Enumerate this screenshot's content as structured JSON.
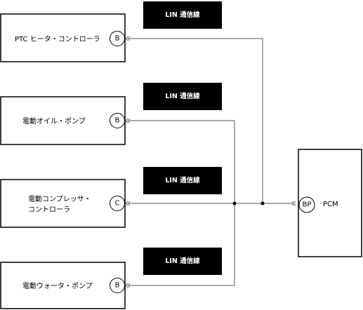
{
  "lin_label": "LIN 通信線",
  "modules": [
    {
      "label_lines": [
        "PTC ヒータ・コントローラ"
      ],
      "pin": "B"
    },
    {
      "label_lines": [
        "電動オイル・ポンプ"
      ],
      "pin": "B"
    },
    {
      "label_lines": [
        "電動コンプレッサ・",
        "コントローラ"
      ],
      "pin": "C"
    },
    {
      "label_lines": [
        "電動ウォータ・ポンプ"
      ],
      "pin": "B"
    }
  ],
  "pcm": {
    "label": "PCM",
    "pin": "BP"
  }
}
